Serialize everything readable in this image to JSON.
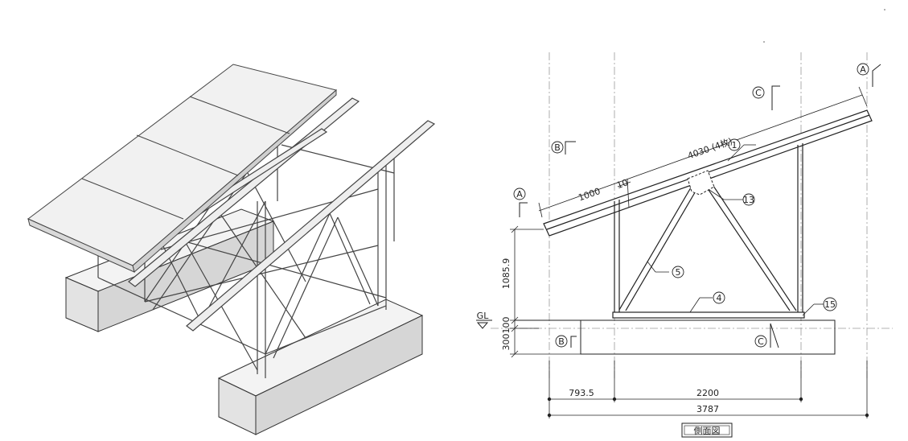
{
  "drawing": {
    "dimensions": {
      "top_length": "4030 (4枚)",
      "panel_width": "1000",
      "offset_small": "10",
      "height_left": "1085.9",
      "gl_label": "GL",
      "gl_offset": "100",
      "foundation_height": "300",
      "left_offset": "793.5",
      "span": "2200",
      "total": "3787"
    },
    "section_marks": {
      "a_top": "A",
      "a_left": "A",
      "b_top": "B",
      "b_bottom": "B",
      "c_top": "C",
      "c_bottom": "C"
    },
    "part_numbers": {
      "rail": "1",
      "brace": "5",
      "beam": "4",
      "joint": "13",
      "base": "15"
    },
    "view_title": "側面図"
  },
  "colors": {
    "line": "#222222",
    "centerline": "#9a9a9a",
    "iso_light": "#f4f4f4",
    "iso_mid": "#dcdcdc",
    "iso_dark": "#bdbdbd"
  }
}
